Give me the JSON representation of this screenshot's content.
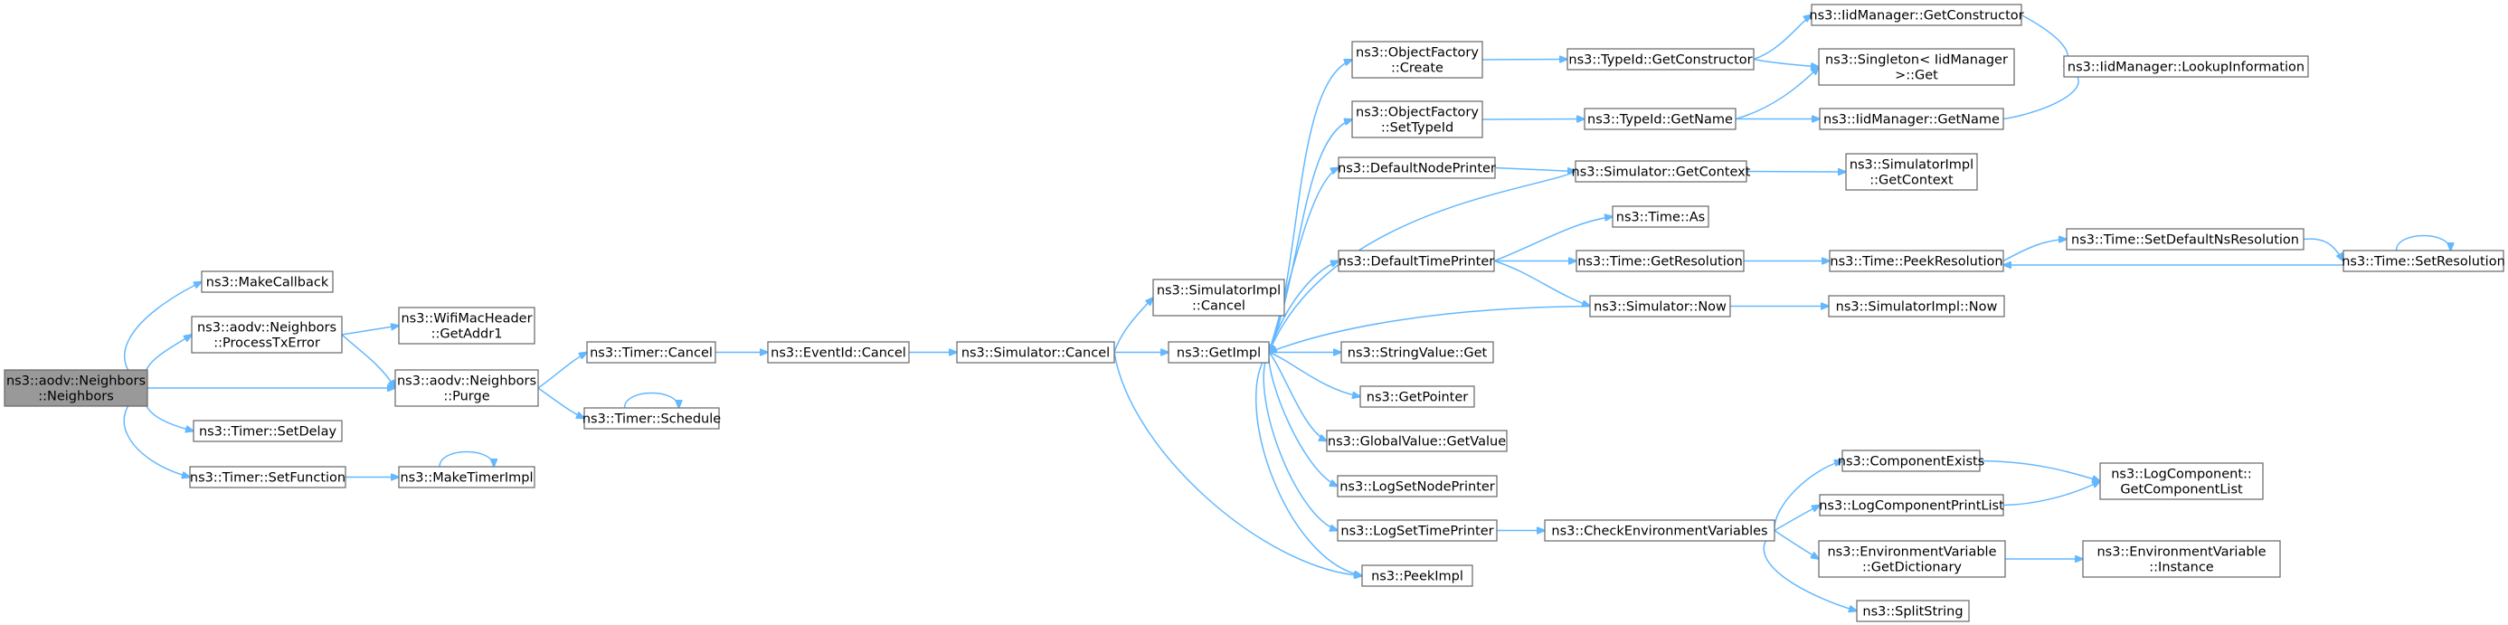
{
  "graph_title": "",
  "colors": {
    "edge": "#63b8ff",
    "node_border": "#666666",
    "root_fill": "#999999",
    "node_fill": "#ffffff"
  },
  "nodes": {
    "root": [
      "ns3::aodv::Neighbors",
      "::Neighbors"
    ],
    "makeCallback": [
      "ns3::MakeCallback"
    ],
    "processTxError": [
      "ns3::aodv::Neighbors",
      "::ProcessTxError"
    ],
    "purge": [
      "ns3::aodv::Neighbors",
      "::Purge"
    ],
    "setDelay": [
      "ns3::Timer::SetDelay"
    ],
    "setFunction": [
      "ns3::Timer::SetFunction"
    ],
    "getAddr1": [
      "ns3::WifiMacHeader",
      "::GetAddr1"
    ],
    "timerCancel": [
      "ns3::Timer::Cancel"
    ],
    "timerSchedule": [
      "ns3::Timer::Schedule"
    ],
    "makeTimerImpl": [
      "ns3::MakeTimerImpl"
    ],
    "eventIdCancel": [
      "ns3::EventId::Cancel"
    ],
    "simulatorCancel": [
      "ns3::Simulator::Cancel"
    ],
    "simImplCancel": [
      "ns3::SimulatorImpl",
      "::Cancel"
    ],
    "getImpl": [
      "ns3::GetImpl"
    ],
    "objFactoryCreate": [
      "ns3::ObjectFactory",
      "::Create"
    ],
    "objFactorySetTypeId": [
      "ns3::ObjectFactory",
      "::SetTypeId"
    ],
    "defaultNodePrinter": [
      "ns3::DefaultNodePrinter"
    ],
    "defaultTimePrinter": [
      "ns3::DefaultTimePrinter"
    ],
    "stringValueGet": [
      "ns3::StringValue::Get"
    ],
    "getPointer": [
      "ns3::GetPointer"
    ],
    "globalValueGetValue": [
      "ns3::GlobalValue::GetValue"
    ],
    "logSetNodePrinter": [
      "ns3::LogSetNodePrinter"
    ],
    "logSetTimePrinter": [
      "ns3::LogSetTimePrinter"
    ],
    "peekImpl": [
      "ns3::PeekImpl"
    ],
    "typeIdGetConstructor": [
      "ns3::TypeId::GetConstructor"
    ],
    "typeIdGetName": [
      "ns3::TypeId::GetName"
    ],
    "simulatorGetContext": [
      "ns3::Simulator::GetContext"
    ],
    "timeAs": [
      "ns3::Time::As"
    ],
    "timeGetResolution": [
      "ns3::Time::GetResolution"
    ],
    "simulatorNow": [
      "ns3::Simulator::Now"
    ],
    "checkEnvVars": [
      "ns3::CheckEnvironmentVariables"
    ],
    "iidGetConstructor": [
      "ns3::IidManager::GetConstructor"
    ],
    "singletonGet": [
      "ns3::Singleton< IidManager",
      " >::Get"
    ],
    "iidGetName": [
      "ns3::IidManager::GetName"
    ],
    "simImplGetContext": [
      "ns3::SimulatorImpl",
      "::GetContext"
    ],
    "timePeekResolution": [
      "ns3::Time::PeekResolution"
    ],
    "simImplNow": [
      "ns3::SimulatorImpl::Now"
    ],
    "componentExists": [
      "ns3::ComponentExists"
    ],
    "logComponentPrintList": [
      "ns3::LogComponentPrintList"
    ],
    "envVarGetDictionary": [
      "ns3::EnvironmentVariable",
      "::GetDictionary"
    ],
    "splitString": [
      "ns3::SplitString"
    ],
    "iidLookupInformation": [
      "ns3::IidManager::LookupInformation"
    ],
    "timeSetDefaultNsResolution": [
      "ns3::Time::SetDefaultNsResolution"
    ],
    "timeSetResolution": [
      "ns3::Time::SetResolution"
    ],
    "logComponentGetList": [
      "ns3::LogComponent::",
      "GetComponentList"
    ],
    "envVarInstance": [
      "ns3::EnvironmentVariable",
      "::Instance"
    ]
  }
}
